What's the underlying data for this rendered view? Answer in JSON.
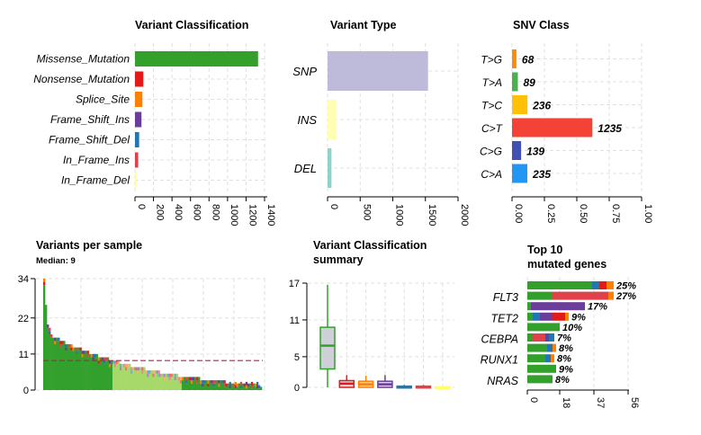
{
  "variant_classification": {
    "title": "Variant Classification",
    "categories": [
      "Missense_Mutation",
      "Nonsense_Mutation",
      "Splice_Site",
      "Frame_Shift_Ins",
      "Frame_Shift_Del",
      "In_Frame_Ins",
      "In_Frame_Del"
    ],
    "values": [
      1330,
      90,
      80,
      70,
      45,
      35,
      10
    ],
    "colors": [
      "#33a02c",
      "#e31a1c",
      "#ff7f00",
      "#6a3d9a",
      "#1f78b4",
      "#e0424b",
      "#ffff99"
    ],
    "ticks": [
      "0",
      "200",
      "400",
      "600",
      "800",
      "1000",
      "1200",
      "1400"
    ],
    "xlim": [
      0,
      1400
    ]
  },
  "variant_type": {
    "title": "Variant Type",
    "categories": [
      "SNP",
      "INS",
      "DEL"
    ],
    "values": [
      1540,
      140,
      60
    ],
    "colors": [
      "#bebada",
      "#ffffb3",
      "#8dd3c7"
    ],
    "ticks": [
      "0",
      "500",
      "1000",
      "1500",
      "2000"
    ],
    "xlim": [
      0,
      2000
    ]
  },
  "snv_class": {
    "title": "SNV Class",
    "categories": [
      "T>G",
      "T>A",
      "T>C",
      "C>T",
      "C>G",
      "C>A"
    ],
    "values": [
      0.034,
      0.045,
      0.119,
      0.62,
      0.07,
      0.118
    ],
    "labels": [
      "68",
      "89",
      "236",
      "1235",
      "139",
      "235"
    ],
    "colors": [
      "#ff8c00",
      "#4caf50",
      "#ffc107",
      "#f44336",
      "#3f51b5",
      "#2196f3"
    ],
    "ticks": [
      "0.00",
      "0.25",
      "0.50",
      "0.75",
      "1.00"
    ],
    "xlim": [
      0,
      1
    ]
  },
  "variants_per_sample": {
    "title": "Variants per sample",
    "subtitle": "Median: 9",
    "ticks": [
      "0",
      "11",
      "22",
      "34"
    ],
    "ylim": [
      0,
      34
    ],
    "median": 9
  },
  "vc_summary": {
    "title_line1": "Variant Classification",
    "title_line2": "summary",
    "ticks": [
      "0",
      "5",
      "11",
      "17"
    ],
    "ylim": [
      0,
      17
    ],
    "boxes": [
      {
        "color": "#33a02c",
        "fill": "#cfcfd8",
        "min": 0,
        "q1": 3,
        "median": 6.8,
        "q3": 9.8,
        "max": 16.7
      },
      {
        "color": "#e31a1c",
        "fill": "#d9d9d9",
        "min": 0,
        "q1": 0,
        "median": 0.6,
        "q3": 1.1,
        "max": 2.0
      },
      {
        "color": "#ff7f00",
        "fill": "#d9d9d9",
        "min": 0,
        "q1": 0,
        "median": 0.5,
        "q3": 1.0,
        "max": 1.9
      },
      {
        "color": "#6a3d9a",
        "fill": "#d9d9d9",
        "min": 0,
        "q1": 0,
        "median": 0.5,
        "q3": 1.0,
        "max": 2.0
      },
      {
        "color": "#1f78b4",
        "fill": "#d9d9d9",
        "min": 0,
        "q1": 0,
        "median": 0,
        "q3": 0.2,
        "max": 0.4
      },
      {
        "color": "#e0424b",
        "fill": "#d9d9d9",
        "min": 0,
        "q1": 0,
        "median": 0,
        "q3": 0.2,
        "max": 0.4
      },
      {
        "color": "#ffff66",
        "fill": "#d9d9d9",
        "min": 0,
        "q1": 0,
        "median": 0,
        "q3": 0.1,
        "max": 0.3
      }
    ]
  },
  "top_genes": {
    "title_line1": "Top 10",
    "title_line2": "mutated genes",
    "gene_labels": [
      "FLT3",
      "TET2",
      "CEBPA",
      "RUNX1",
      "NRAS"
    ],
    "percents": [
      "25%",
      "27%",
      "17%",
      "9%",
      "10%",
      "7%",
      "8%",
      "8%",
      "9%",
      "8%"
    ],
    "ticks": [
      "0",
      "18",
      "37",
      "56"
    ],
    "xlim": [
      0,
      56
    ],
    "rows": [
      [
        {
          "v": 36,
          "c": "#33a02c"
        },
        {
          "v": 4,
          "c": "#1f78b4"
        },
        {
          "v": 4,
          "c": "#e31a1c"
        },
        {
          "v": 4,
          "c": "#ff7f00"
        }
      ],
      [
        {
          "v": 14,
          "c": "#33a02c"
        },
        {
          "v": 31,
          "c": "#e0424b"
        },
        {
          "v": 3,
          "c": "#ff7f00"
        }
      ],
      [
        {
          "v": 2,
          "c": "#33a02c"
        },
        {
          "v": 30,
          "c": "#6a3d9a"
        }
      ],
      [
        {
          "v": 3,
          "c": "#33a02c"
        },
        {
          "v": 4,
          "c": "#1f78b4"
        },
        {
          "v": 7,
          "c": "#6a3d9a"
        },
        {
          "v": 7,
          "c": "#e31a1c"
        },
        {
          "v": 2,
          "c": "#ff7f00"
        }
      ],
      [
        {
          "v": 18,
          "c": "#33a02c"
        }
      ],
      [
        {
          "v": 3,
          "c": "#33a02c"
        },
        {
          "v": 7,
          "c": "#e0424b"
        },
        {
          "v": 2,
          "c": "#6a3d9a"
        },
        {
          "v": 3,
          "c": "#1f78b4"
        }
      ],
      [
        {
          "v": 11,
          "c": "#33a02c"
        },
        {
          "v": 3,
          "c": "#1f78b4"
        },
        {
          "v": 2,
          "c": "#ff7f00"
        }
      ],
      [
        {
          "v": 10,
          "c": "#33a02c"
        },
        {
          "v": 3,
          "c": "#1f78b4"
        },
        {
          "v": 2,
          "c": "#ff7f00"
        }
      ],
      [
        {
          "v": 16,
          "c": "#33a02c"
        }
      ],
      [
        {
          "v": 14,
          "c": "#33a02c"
        }
      ]
    ]
  }
}
